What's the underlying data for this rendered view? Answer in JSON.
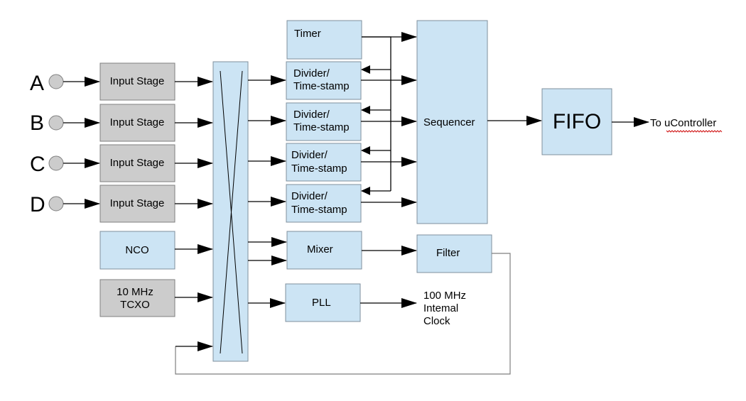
{
  "diagram": {
    "inputs": [
      "A",
      "B",
      "C",
      "D"
    ],
    "input_stage": "Input Stage",
    "nco": "NCO",
    "tcxo": [
      "10 MHz",
      "TCXO"
    ],
    "timer": "Timer",
    "divider": [
      "Divider/",
      "Time-stamp"
    ],
    "mixer": "Mixer",
    "pll": "PLL",
    "filter": "Filter",
    "sequencer": "Sequencer",
    "fifo": "FIFO",
    "output": "To uController",
    "clock": [
      "100 MHz",
      "Intemal",
      "Clock"
    ]
  }
}
